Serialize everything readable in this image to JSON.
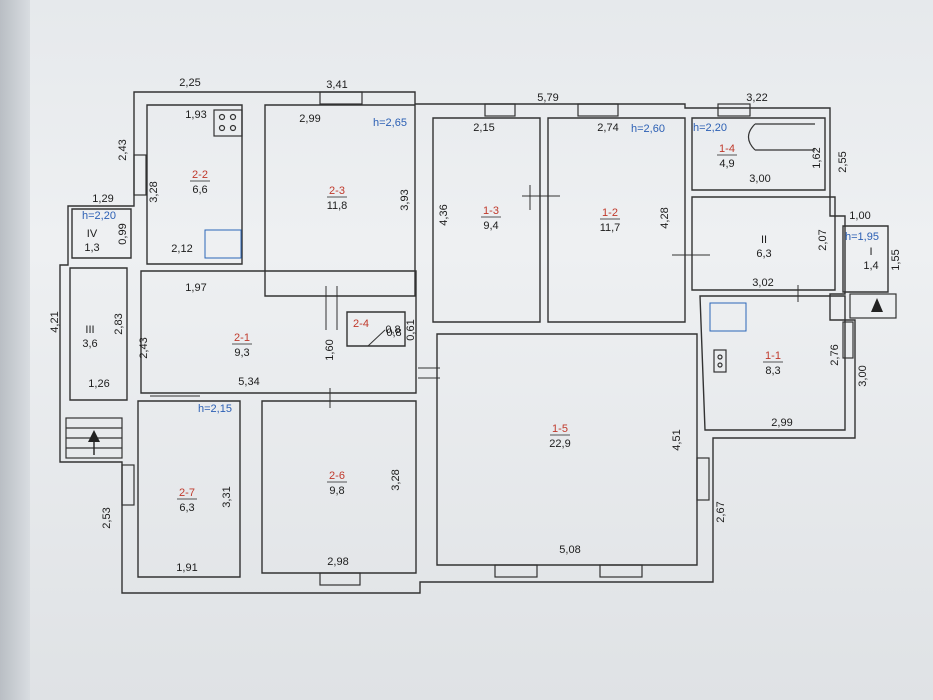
{
  "plan": {
    "dimensions": [
      "2,25",
      "3,41",
      "5,79",
      "3,22",
      "2,43",
      "1,93",
      "2,99",
      "2,15",
      "2,74",
      "3,28",
      "3,93",
      "4,36",
      "4,28",
      "3,00",
      "1,62",
      "2,55",
      "1,29",
      "2,12",
      "0,99",
      "2,07",
      "1,00",
      "1,55",
      "1,97",
      "3,02",
      "4,21",
      "2,83",
      "2,43",
      "1,60",
      "0,8",
      "0,61",
      "2,76",
      "3,00",
      "1,26",
      "5,34",
      "2,99",
      "4,51",
      "3,31",
      "3,28",
      "2,53",
      "1,91",
      "2,98",
      "5,08",
      "2,67"
    ],
    "heights": [
      "h=2,65",
      "h=2,60",
      "h=2,20",
      "h=2,20",
      "h=1,95",
      "h=2,15"
    ],
    "rooms": [
      {
        "id": "2-2",
        "area": "6,6"
      },
      {
        "id": "2-3",
        "area": "11,8"
      },
      {
        "id": "1-3",
        "area": "9,4"
      },
      {
        "id": "1-2",
        "area": "11,7"
      },
      {
        "id": "1-4",
        "area": "4,9"
      },
      {
        "id": "2-1",
        "area": "9,3"
      },
      {
        "id": "1-1",
        "area": "8,3"
      },
      {
        "id": "1-5",
        "area": "22,9"
      },
      {
        "id": "2-7",
        "area": "6,3"
      },
      {
        "id": "2-6",
        "area": "9,8"
      }
    ],
    "roman_rooms": [
      {
        "id": "IV",
        "area": "1,3"
      },
      {
        "id": "III",
        "area": "3,6"
      },
      {
        "id": "II",
        "area": "6,3"
      },
      {
        "id": "I",
        "area": "1,4"
      }
    ],
    "small_room": {
      "id": "2-4",
      "area": "0,8"
    }
  }
}
